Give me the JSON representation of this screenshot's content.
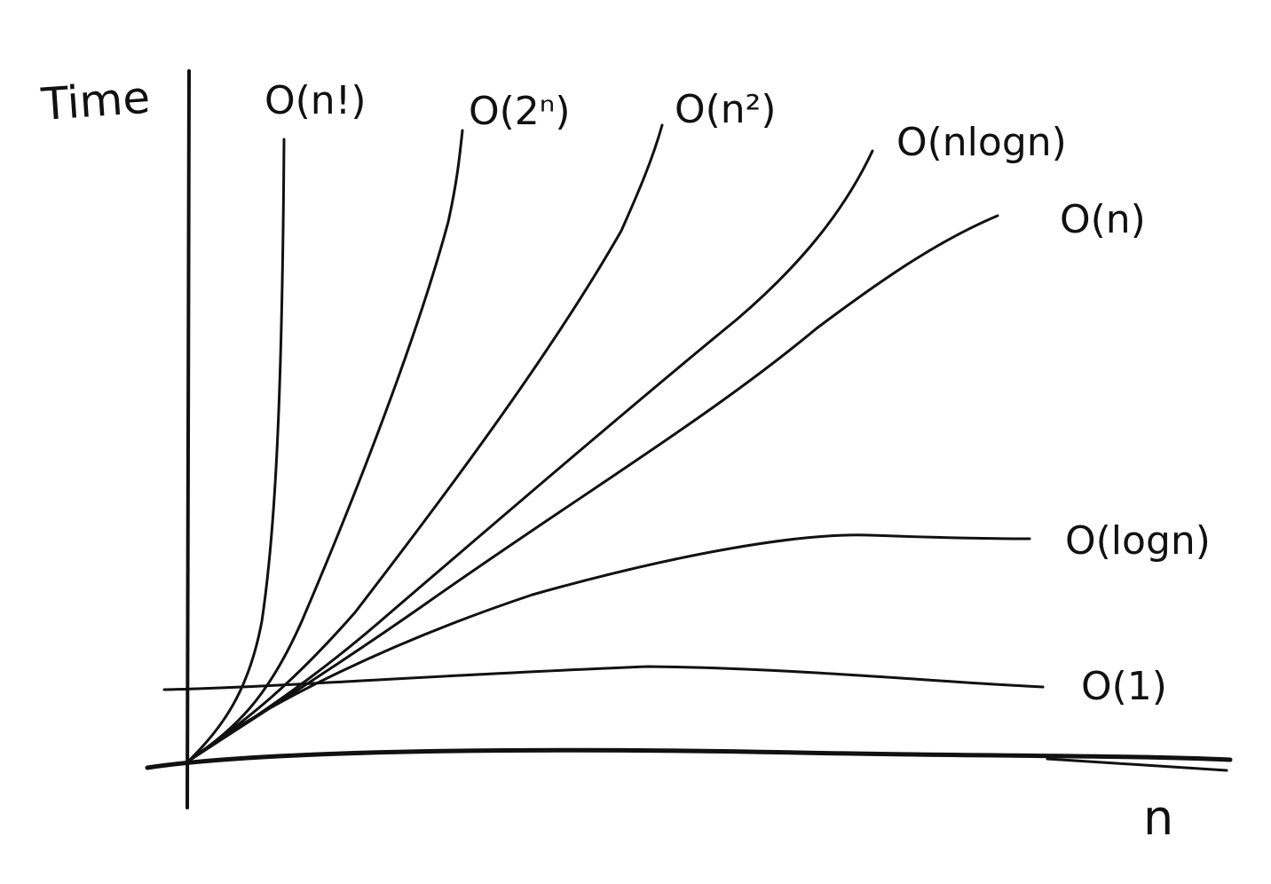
{
  "axes": {
    "y_label": "Time",
    "x_label": "n"
  },
  "curves": [
    {
      "id": "factorial",
      "label": "O(n!)"
    },
    {
      "id": "exponential",
      "label": "O(2ⁿ)"
    },
    {
      "id": "quadratic",
      "label": "O(n²)"
    },
    {
      "id": "linearithmic",
      "label": "O(nlogn)"
    },
    {
      "id": "linear",
      "label": "O(n)"
    },
    {
      "id": "logarithmic",
      "label": "O(logn)"
    },
    {
      "id": "constant",
      "label": "O(1)"
    }
  ],
  "colors": {
    "ink": "#111111",
    "paper": "#ffffff"
  }
}
